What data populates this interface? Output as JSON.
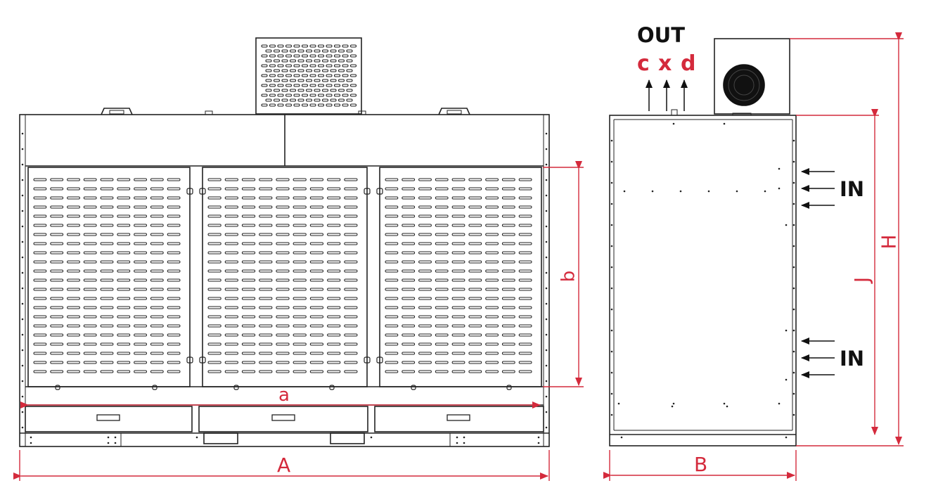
{
  "labels": {
    "out": "OUT",
    "port_c": "c",
    "port_x": "x",
    "port_d": "d",
    "in_upper": "IN",
    "in_lower": "IN",
    "dim_a_small": "a",
    "dim_b_small": "b",
    "dim_A": "A",
    "dim_B": "B",
    "dim_H": "H",
    "dim_J": "J"
  },
  "colors": {
    "dimension": "#d42a3c",
    "line": "#222222",
    "text": "#111111"
  }
}
